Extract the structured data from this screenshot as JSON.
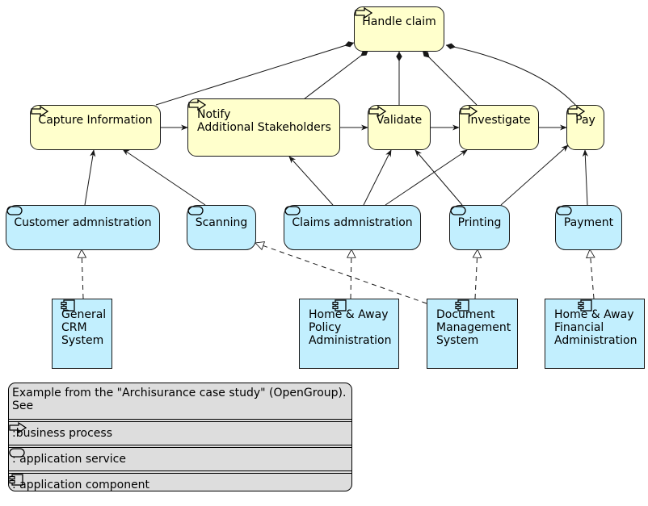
{
  "processes": {
    "handle_claim": "Handle claim",
    "capture_information": "Capture Information",
    "notify_stakeholders": "Notify\nAdditional Stakeholders",
    "validate": "Validate",
    "investigate": "Investigate",
    "pay": "Pay"
  },
  "services": {
    "customer_admin": "Customer admnistration",
    "scanning": "Scanning",
    "claims_admin": "Claims admnistration",
    "printing": "Printing",
    "payment": "Payment"
  },
  "components": {
    "general_crm": "General\nCRM\nSystem",
    "home_away_policy": "Home & Away\nPolicy\nAdministration",
    "document_management": "Document\nManagement\nSystem",
    "home_away_financial": "Home & Away\nFinancial\nAdministration"
  },
  "legend": {
    "intro": "Example from the \"Archisurance case study\" (OpenGroup).\nSee",
    "business_process": ":business process",
    "application_service": ": application service",
    "application_component": ": application component"
  },
  "colors": {
    "process_fill": "#FFFFCC",
    "service_fill": "#C2EFFE",
    "legend_fill": "#DDDDDD",
    "line": "#181818"
  }
}
